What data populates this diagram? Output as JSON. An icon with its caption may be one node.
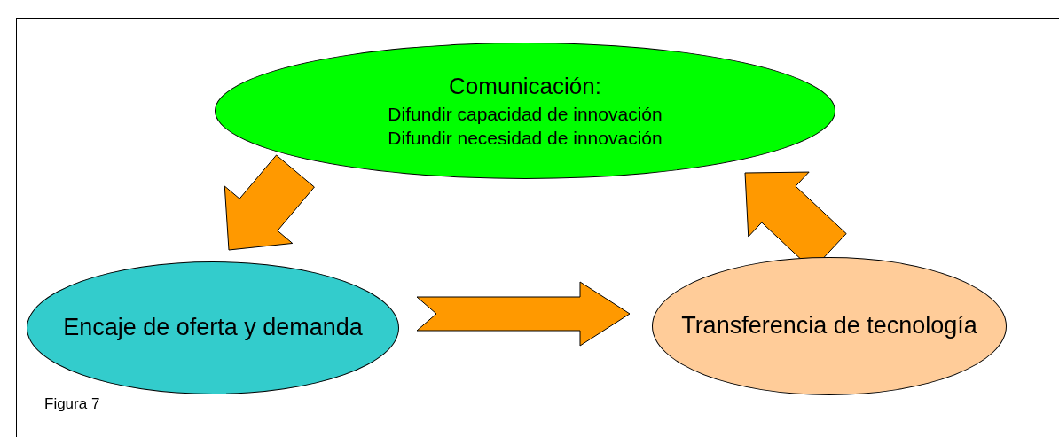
{
  "diagram": {
    "nodes": [
      {
        "text": [
          "Comunicación:",
          "Difundir capacidad de innovación Difundir necesidad de innovación"
        ]
      },
      {
        "text": [
          "Encaje de oferta y demanda"
        ]
      },
      {
        "text": [
          "Transferencia de tecnología"
        ]
      }
    ],
    "edges": [
      {
        "from": 0,
        "to": 1,
        "arrow": "to"
      },
      {
        "from": 1,
        "to": 2,
        "arrow": "to"
      },
      {
        "from": 2,
        "to": 0,
        "arrow": "to"
      }
    ],
    "labels": [
      "Figura 7"
    ]
  }
}
